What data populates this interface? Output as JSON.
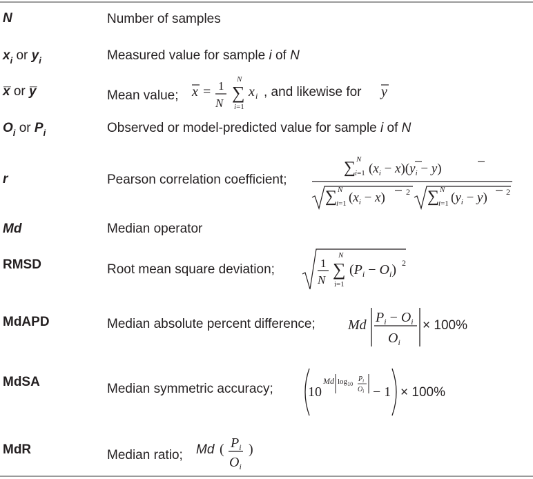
{
  "rows": [
    {
      "symbol": "N",
      "description": "Number of samples"
    },
    {
      "symbol_a": "x",
      "sub_a": "i",
      "or": "or",
      "symbol_b": "y",
      "sub_b": "i",
      "desc_pre": "Measured value for sample ",
      "desc_var": "i",
      "desc_mid": " of ",
      "desc_end": "N"
    },
    {
      "symbol_a": "x̅",
      "or": "or",
      "symbol_b": "y̅",
      "desc_pre": "Mean value;",
      "formula_suffix": ", and likewise for"
    },
    {
      "symbol_a": "O",
      "sub_a": "i",
      "or": "or",
      "symbol_b": "P",
      "sub_b": "i",
      "desc_pre": "Observed or model-predicted value for sample ",
      "desc_var": "i",
      "desc_mid": " of ",
      "desc_end": "N"
    },
    {
      "symbol": "r",
      "description": "Pearson correlation coefficient;"
    },
    {
      "symbol": "Md",
      "description": "Median operator"
    },
    {
      "symbol": "RMSD",
      "description": "Root mean square deviation;"
    },
    {
      "symbol": "MdAPD",
      "description": "Median absolute percent difference;",
      "formula_tail": "× 100%"
    },
    {
      "symbol": "MdSA",
      "description": "Median symmetric accuracy;",
      "formula_tail": "× 100%"
    },
    {
      "symbol": "MdR",
      "description": "Median ratio;",
      "formula_head": "Md"
    }
  ]
}
